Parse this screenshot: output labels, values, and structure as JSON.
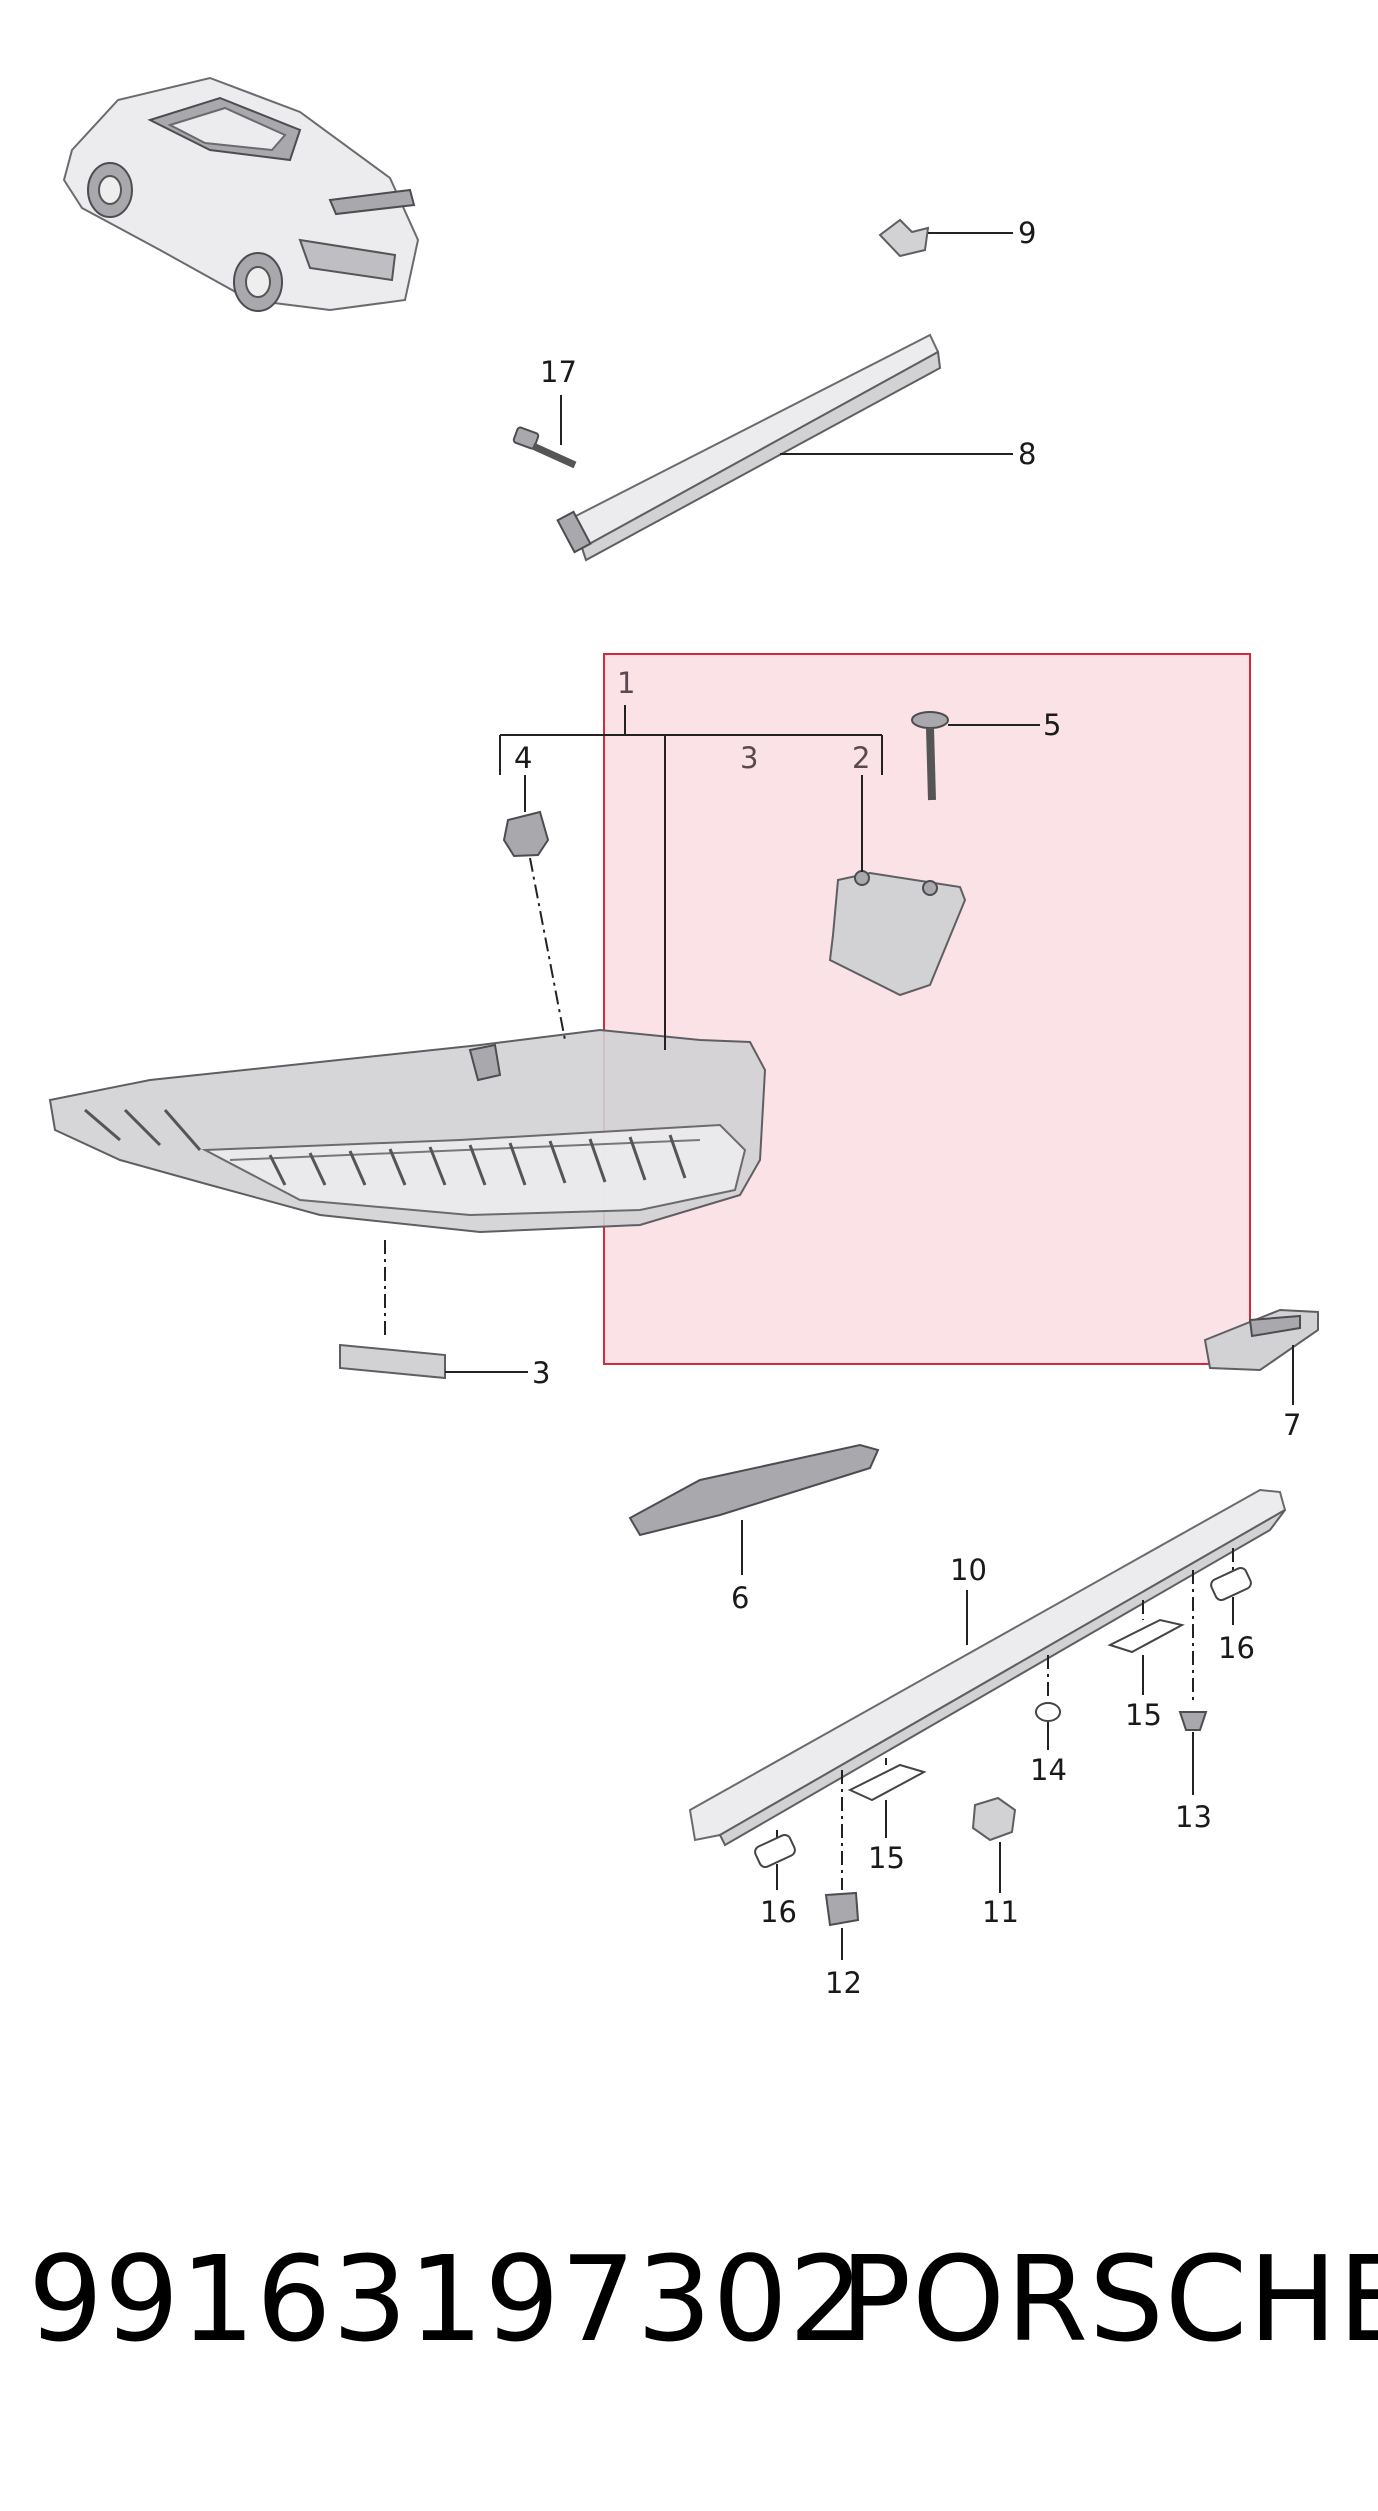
{
  "diagram": {
    "callouts": {
      "c1": "1",
      "c2": "2",
      "c3_box": "3",
      "c3": "3",
      "c4": "4",
      "c5": "5",
      "c6": "6",
      "c7": "7",
      "c8": "8",
      "c9": "9",
      "c10": "10",
      "c11": "11",
      "c12": "12",
      "c13": "13",
      "c14": "14",
      "c15a": "15",
      "c15b": "15",
      "c16a": "16",
      "c16b": "16",
      "c17": "17"
    },
    "highlight_color": "#f4b9c6",
    "highlight_border": "#d22a3a"
  },
  "footer": {
    "part_number": "99163197302",
    "brand": "PORSCHE"
  }
}
